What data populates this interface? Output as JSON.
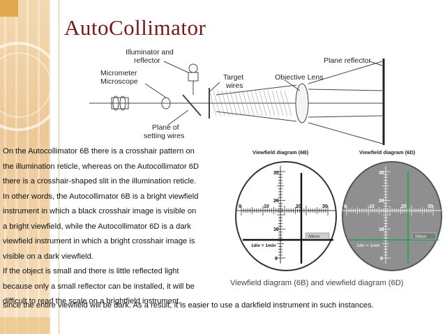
{
  "slide": {
    "title": "AutoCollimator",
    "paragraph_lines": [
      "On the Autocollimator 6B there is a crosshair pattern on",
      "the illumination reticle, whereas on the Autocollimator 6D",
      "there is a crosshair-shaped slit in the illumination reticle.",
      "In other words, the Autocollimator 6B is a bright viewfield",
      "instrument in which a black crosshair image is visible on",
      "a bright viewfield, while the Autocollimator 6D is a dark",
      "viewfield instrument in which a bright crosshair image is",
      "visible on a dark viewfield.",
      "If the object is small and there is little reflected light",
      "because only a small reflector can be installed, it will be",
      "difficult to read the scale on a brightfield instrument,"
    ],
    "last_line": "since the entire viewfield will be dark. As a result, it is easier to use a darkfield instrument in such instances.",
    "caption": "Viewfield diagram (6B) and viewfield diagram (6D)"
  },
  "diagram": {
    "illuminator_label_1": "Illuminator and",
    "illuminator_label_2": "reflector",
    "micrometer_label_1": "Micrometer",
    "micrometer_label_2": "Microscope",
    "target_label_1": "Target",
    "target_label_2": "wires",
    "objective_label": "Objective Lens",
    "plane_reflector_label": "Plane reflector",
    "setting_label_1": "Plane of",
    "setting_label_2": "setting wires"
  },
  "viewfields": {
    "b": {
      "title": "Viewfield diagram (6B)",
      "scale_top": "30",
      "scale_mid": "20",
      "scale_low": "10",
      "scale_zero": "0",
      "x_labels": [
        "0",
        "10",
        "20",
        "30"
      ],
      "div_label": "1div = 1min",
      "brand": "Nikon"
    },
    "d": {
      "title": "Viewfield diagram (6D)",
      "scale_top": "30",
      "scale_mid": "20",
      "scale_low": "10",
      "scale_zero": "0",
      "x_labels": [
        "0",
        "10",
        "20",
        "30"
      ],
      "div_label": "1div = 1min",
      "brand": "Nikon"
    }
  },
  "colors": {
    "title": "#7a1713",
    "band": "#ecc896",
    "dark_field": "#8f8f8f",
    "crosshair_d": "#1aa34a"
  }
}
